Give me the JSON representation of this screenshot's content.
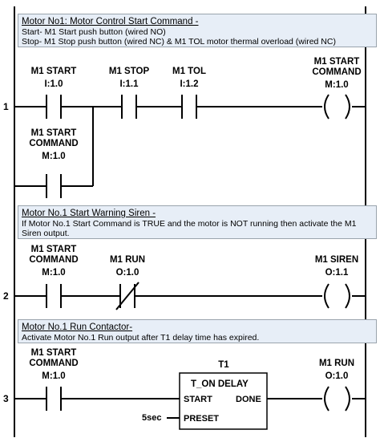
{
  "rungs": [
    {
      "number": "1",
      "comment_title": "Motor No1: Motor Control Start Command -",
      "comment_lines": [
        "Start- M1 Start push button (wired NO)",
        "Stop- M1 Stop push button (wired NC) & M1 TOL motor thermal overload (wired NC)"
      ],
      "contacts": [
        {
          "name": "M1 START",
          "address": "I:1.0",
          "type": "NO"
        },
        {
          "name": "M1 STOP",
          "address": "I:1.1",
          "type": "NO"
        },
        {
          "name": "M1 TOL",
          "address": "I:1.2",
          "type": "NO"
        }
      ],
      "branch_contact": {
        "name_line1": "M1 START",
        "name_line2": "COMMAND",
        "address": "M:1.0",
        "type": "NO"
      },
      "coil": {
        "name_line1": "M1 START",
        "name_line2": "COMMAND",
        "address": "M:1.0"
      }
    },
    {
      "number": "2",
      "comment_title": "Motor No.1 Start Warning Siren -",
      "comment_lines": [
        "If Motor No.1 Start Command is TRUE and the motor is NOT running then activate the M1",
        "Siren output."
      ],
      "contacts": [
        {
          "name_line1": "M1 START",
          "name_line2": "COMMAND",
          "address": "M:1.0",
          "type": "NO"
        },
        {
          "name": "M1 RUN",
          "address": "O:1.0",
          "type": "NC"
        }
      ],
      "coil": {
        "name": "M1 SIREN",
        "address": "O:1.1"
      }
    },
    {
      "number": "3",
      "comment_title": "Motor No.1 Run Contactor-",
      "comment_lines": [
        "Activate Motor No.1 Run output after T1 delay time has expired."
      ],
      "contacts": [
        {
          "name_line1": "M1 START",
          "name_line2": "COMMAND",
          "address": "M:1.0",
          "type": "NO"
        }
      ],
      "timer": {
        "tag": "T1",
        "title": "T_ON DELAY",
        "start_label": "START",
        "done_label": "DONE",
        "preset_label": "PRESET",
        "preset_value": "5sec"
      },
      "coil": {
        "name": "M1 RUN",
        "address": "O:1.0"
      }
    }
  ]
}
